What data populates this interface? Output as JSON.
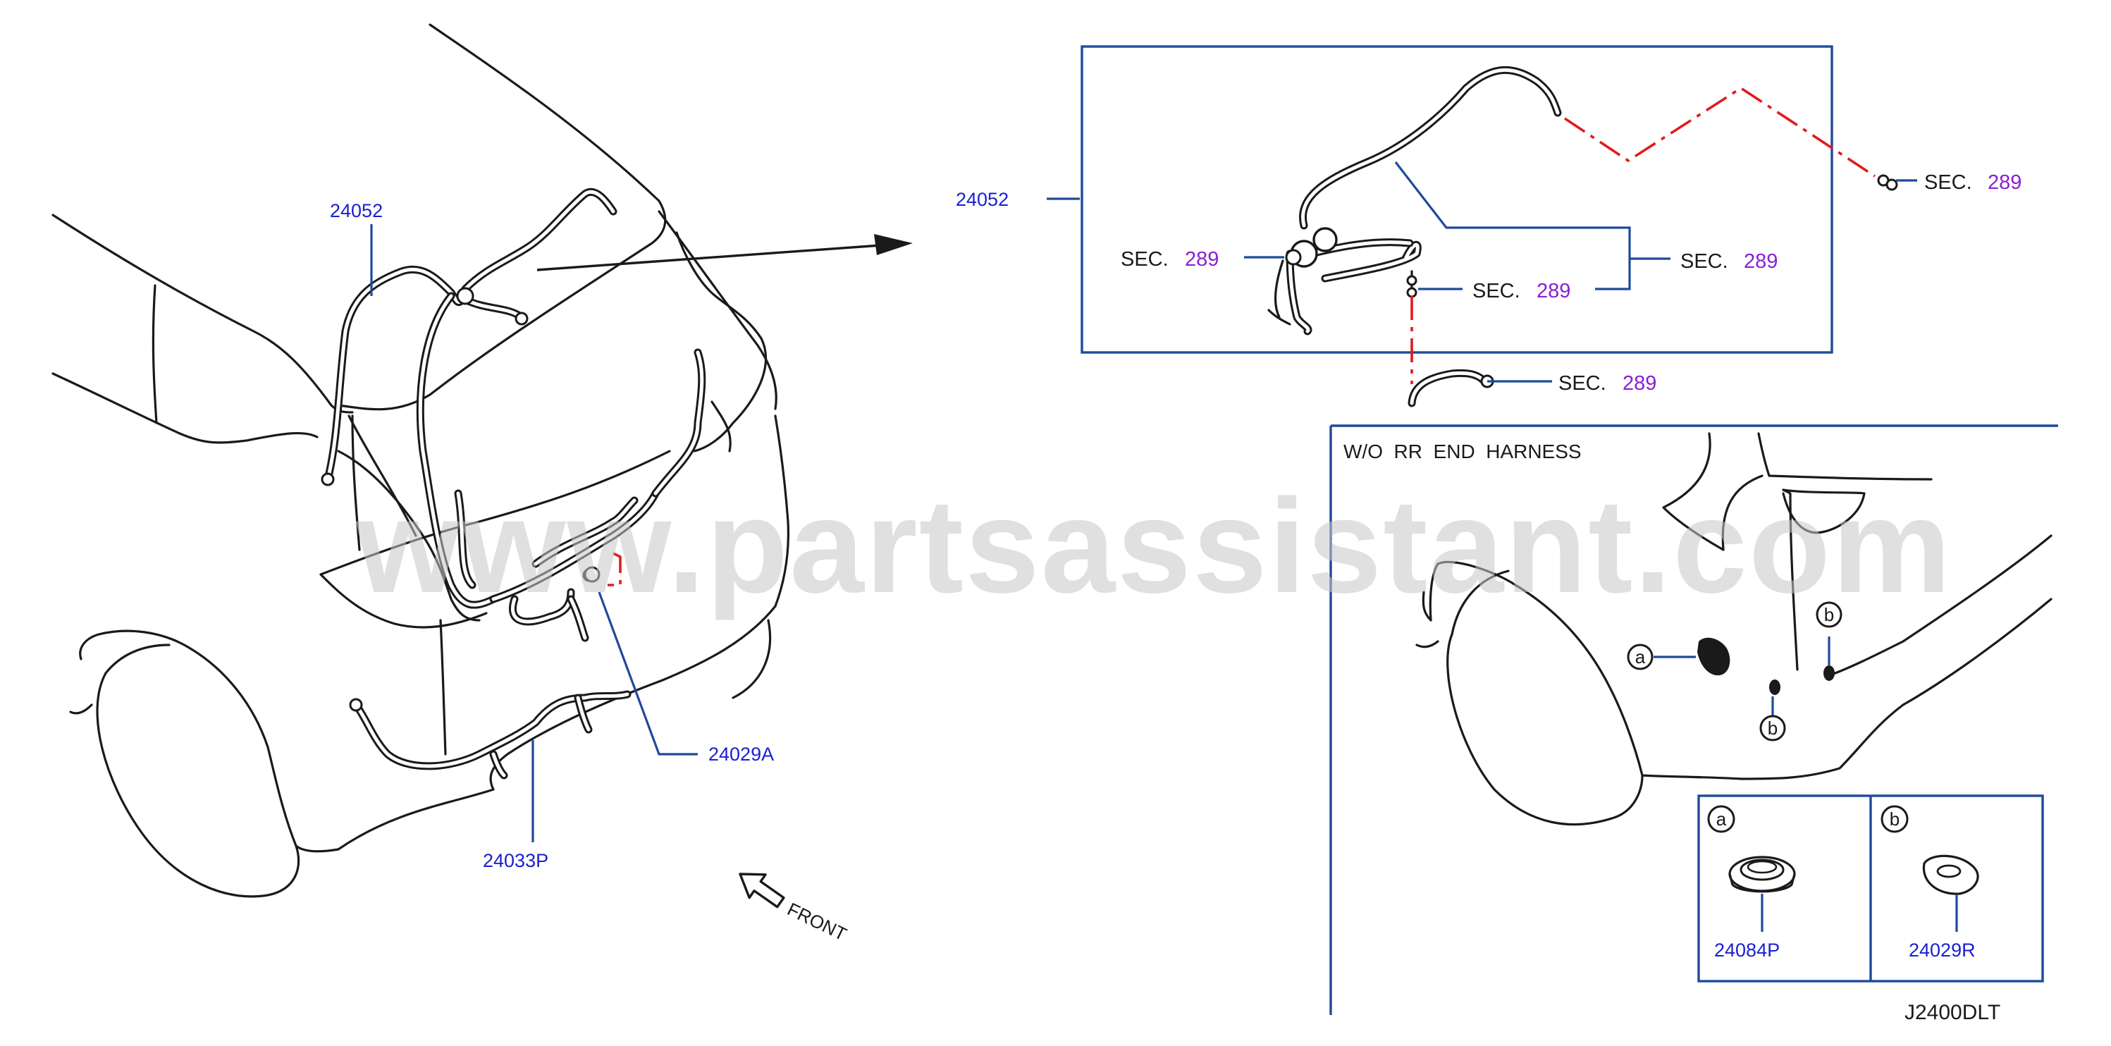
{
  "watermark": "www.partsassistant.com",
  "diagram_code": "J2400DLT",
  "inset_title": "W/O  RR  END  HARNESS",
  "orientation": "FRONT",
  "colors": {
    "part_number": "#1a1fd0",
    "sec_number": "#8a1fd6",
    "leader": "#1f4a9a",
    "phantom": "#e21b1b"
  },
  "main_labels": {
    "harness_main": "24052",
    "harness_detail": "24052",
    "clip_a": "24029A",
    "bumper_harness": "24033P"
  },
  "sec_refs": [
    {
      "text": "SEC.",
      "num": "289"
    },
    {
      "text": "SEC.",
      "num": "289"
    },
    {
      "text": "SEC.",
      "num": "289"
    },
    {
      "text": "SEC.",
      "num": "289"
    },
    {
      "text": "SEC.",
      "num": "289"
    }
  ],
  "callouts": {
    "a": "a",
    "b": "b"
  },
  "parts_table": [
    {
      "letter": "a",
      "part": "24084P"
    },
    {
      "letter": "b",
      "part": "24029R"
    }
  ]
}
